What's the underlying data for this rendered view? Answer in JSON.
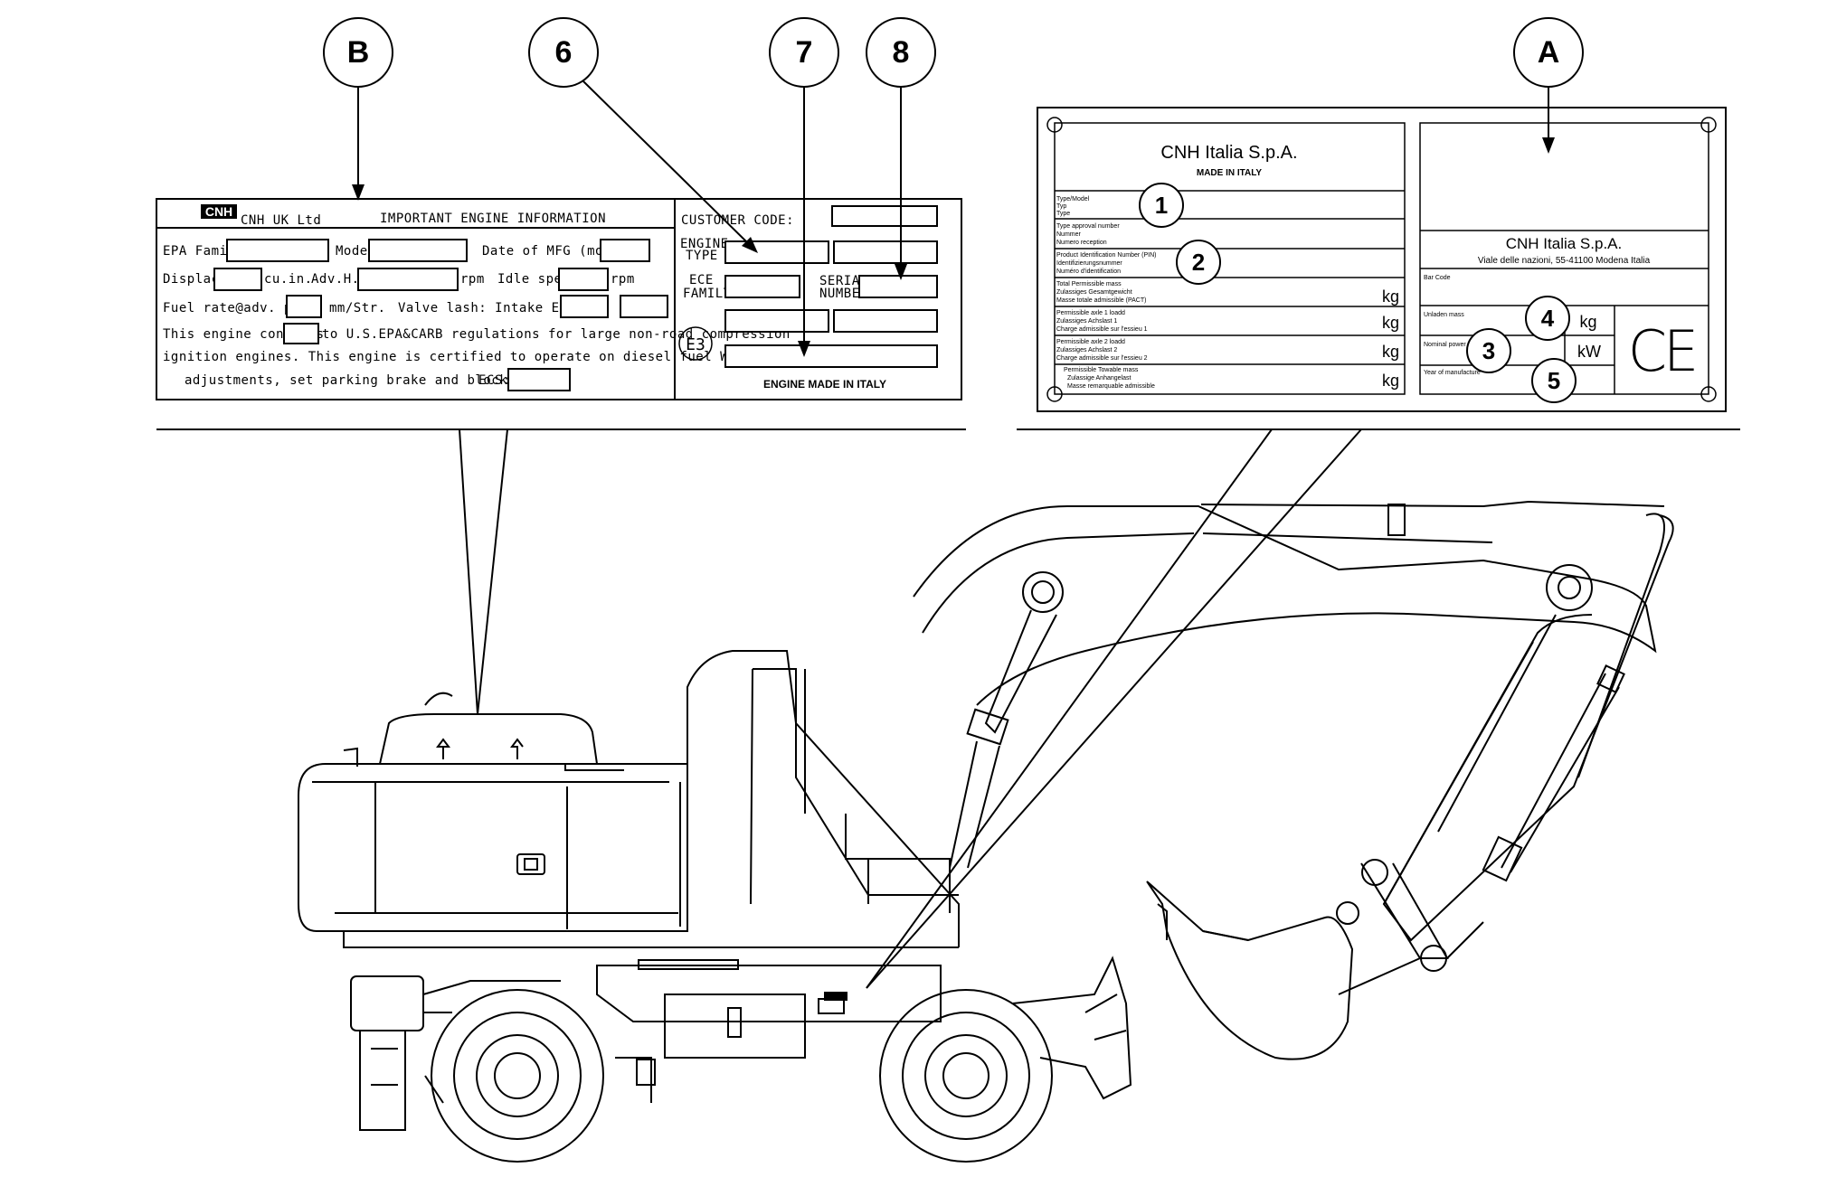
{
  "callouts": {
    "b": "B",
    "a": "A",
    "c6": "6",
    "c7": "7",
    "c8": "8",
    "c1": "1",
    "c2": "2",
    "c3": "3",
    "c4": "4",
    "c5": "5"
  },
  "engine_label": {
    "logo": "CNH",
    "maker": "CNH UK Ltd",
    "title": "IMPORTANT ENGINE INFORMATION",
    "customer_code": "CUSTOMER CODE:",
    "epa_family": "EPA Family",
    "model": "Model",
    "date_mfg": "Date of MFG (mo-yr)",
    "displac": "Displac.",
    "cu_in": "cu.in.",
    "adv_hp": "Adv.H.P.",
    "rpm": "rpm",
    "idle_speed": "Idle speed",
    "rpm2": "rpm",
    "fuel_rate": "Fuel rate@adv. pow.",
    "mm_str": "mm/Str.",
    "valve_lash": "Valve lash: Intake Exhaust",
    "conforms_a": "This engine conforms",
    "conforms_b": "to U.S.EPA&CARB regulations for large non-road compression",
    "line3": "ignition engines. This engine is certified to operate on diesel fuel When making",
    "line4": "adjustments, set parking brake and block wheels.",
    "ecs": "ECS:",
    "engine_type": [
      "ENGINE",
      "TYPE"
    ],
    "ece_family": [
      "ECE",
      "FAMILY"
    ],
    "serial_number": [
      "SERIAL",
      "NUMBER"
    ],
    "e3": "E3",
    "made_in": "ENGINE MADE IN ITALY"
  },
  "vehicle_plate": {
    "company": "CNH Italia S.p.A.",
    "made_in": "MADE IN ITALY",
    "type_model": [
      "Type/Model",
      "Typ",
      "Type"
    ],
    "type_approval": [
      "Type approval number",
      "Nummer",
      "Numero reception"
    ],
    "pin": [
      "Product Identification Number (PIN)",
      "Identifizierungsnummer",
      "Numéro d'identification"
    ],
    "total_mass": [
      "Total Permissible mass",
      "Zulassiges Gesamtgewicht",
      "Masse totale admissible (PACT)"
    ],
    "axle1": [
      "Permissible axle 1 loadd",
      "Zulassiges Achslast 1",
      "Charge admissible sur l'essieu 1"
    ],
    "axle2": [
      "Permissible axle 2 loadd",
      "Zulassiges Achslast 2",
      "Charge admissible sur l'essieu 2"
    ],
    "towable": [
      "Permissible Towable mass",
      "Zulassige Anhangelast",
      "Masse remarquable admissible"
    ],
    "kg": "kg",
    "right_company": "CNH Italia S.p.A.",
    "address": "Viale delle nazioni, 55-41100 Modena Italia",
    "bar_code": "Bar Code",
    "unladen": "Unladen mass",
    "nominal_power": "Nominal power",
    "year": "Year of manufacture",
    "kw": "kW",
    "ce": "CE"
  }
}
